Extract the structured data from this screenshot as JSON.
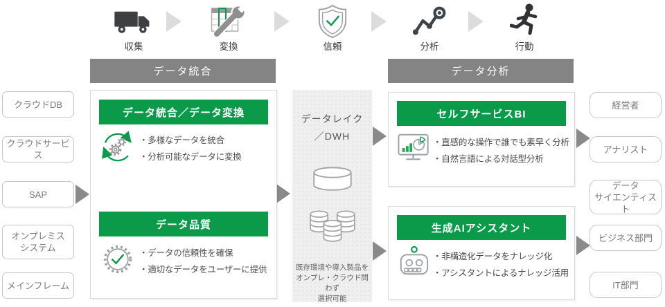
{
  "colors": {
    "green": "#0a9a49",
    "bar_gray": "#848484",
    "arrow_gray": "#8a8a8a",
    "arrow_light": "#dcdcdc",
    "panel_border": "#d9d9d9",
    "center_bg": "#efefef"
  },
  "flow": {
    "steps": [
      {
        "label": "収集",
        "icon": "truck-icon"
      },
      {
        "label": "変換",
        "icon": "transform-table-wrench-icon"
      },
      {
        "label": "信頼",
        "icon": "shield-check-icon"
      },
      {
        "label": "分析",
        "icon": "analysis-chart-magnifier-icon"
      },
      {
        "label": "行動",
        "icon": "action-runner-icon"
      }
    ]
  },
  "bars": {
    "integration": "データ統合",
    "analytics": "データ分析"
  },
  "sources": [
    "クラウドDB",
    "クラウドサービス",
    "SAP",
    "オンプレミス\nシステム",
    "メインフレーム"
  ],
  "panels": {
    "integration": {
      "sections": [
        {
          "title": "データ統合／データ変換",
          "icon": "sync-gears-icon",
          "bullets": [
            "・多様なデータを統合",
            "・分析可能なデータに変換"
          ]
        },
        {
          "title": "データ品質",
          "icon": "quality-badge-icon",
          "bullets": [
            "・データの信頼性を確保",
            "・適切なデータをユーザーに提供"
          ]
        }
      ]
    },
    "datalake": {
      "title": "データレイク\n／DWH",
      "icons": [
        "database-cylinder-icon",
        "database-cluster-icon"
      ],
      "note": "既存環境や導入製品を\nオンプレ・クラウド問わず\n選択可能"
    },
    "analytics": {
      "sections": [
        {
          "title": "セルフサービスBI",
          "icon": "bi-monitor-icon",
          "bullets": [
            "・直感的な操作で誰でも素早く分析",
            "・自然言語による対話型分析"
          ]
        },
        {
          "title": "生成AIアシスタント",
          "icon": "ai-robot-icon",
          "bullets": [
            "・非構造化データをナレッジ化",
            "・アシスタントによるナレッジ活用"
          ]
        }
      ]
    }
  },
  "audiences": [
    "経営者",
    "アナリスト",
    "データ\nサイエンティスト",
    "ビジネス部門",
    "IT部門"
  ]
}
